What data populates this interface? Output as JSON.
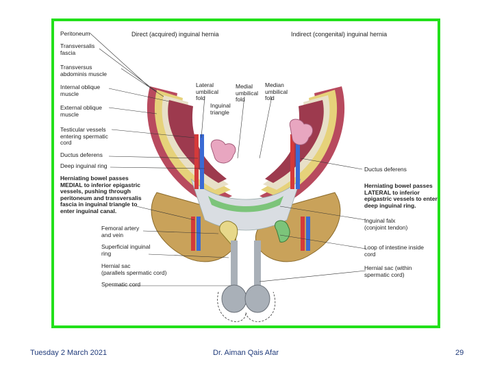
{
  "slide": {
    "headings": {
      "direct": "Direct (acquired) inguinal hernia",
      "indirect": "Indirect (congenital) inguinal hernia"
    },
    "left_labels": [
      {
        "text": "Peritoneum",
        "bold": false
      },
      {
        "text": "Transversalis\nfascia",
        "bold": false
      },
      {
        "text": "Transversus\nabdominis muscle",
        "bold": false
      },
      {
        "text": "Internal oblique\nmuscle",
        "bold": false
      },
      {
        "text": "External oblique\nmuscle",
        "bold": false
      },
      {
        "text": "Testicular vessels\nentering spermatic\ncord",
        "bold": false
      },
      {
        "text": "Ductus deferens",
        "bold": false
      },
      {
        "text": "Deep inguinal ring",
        "bold": false
      },
      {
        "text": "Herniating bowel passes\nMEDIAL to inferior epigastric\nvessels, pushing through\nperitoneum and transversalis\nfascia in inguinal triangle to\nenter inguinal canal.",
        "bold": true
      },
      {
        "text": "Femoral artery\nand vein",
        "bold": false
      },
      {
        "text": "Superficial inguinal\nring",
        "bold": false
      },
      {
        "text": "Hernial sac\n(parallels spermatic cord)",
        "bold": false
      },
      {
        "text": "Spermatic cord",
        "bold": false
      }
    ],
    "top_labels": [
      {
        "text": "Lateral\numbilical\nfold"
      },
      {
        "text": "Medial\numbilical\nfold"
      },
      {
        "text": "Median\numbilical\nfold"
      },
      {
        "text": "Inguinal\ntriangle"
      }
    ],
    "right_labels": [
      {
        "text": "Ductus deferens",
        "bold": false
      },
      {
        "text": "Herniating bowel passes\nLATERAL to inferior\nepigastric vessels to enter\ndeep inguinal ring.",
        "bold": true
      },
      {
        "text": "Inguinal falx\n(conjoint tendon)",
        "bold": false
      },
      {
        "text": "Loop of intestine inside\ncord",
        "bold": false
      },
      {
        "text": "Hernial sac (within\nspermatic cord)",
        "bold": false
      }
    ],
    "colors": {
      "frame_border": "#22e01a",
      "footer_text": "#1f3a7a"
    }
  },
  "footer": {
    "date": "Tuesday 2 March 2021",
    "author": "Dr. Aiman Qais Afar",
    "page_number": "29"
  }
}
